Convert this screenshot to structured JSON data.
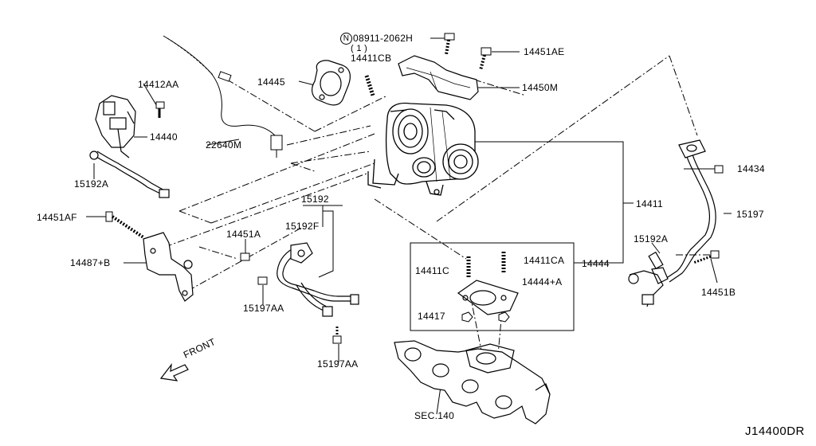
{
  "diagram": {
    "code": "J14400DR",
    "front_label": "FRONT",
    "callouts": {
      "bolt_note": "08911-2062H",
      "bolt_note_prefix": "N",
      "bolt_note_qty": "( 1 )",
      "p14411CB": "14411CB",
      "p14451AE": "14451AE",
      "p14445": "14445",
      "p14450M": "14450M",
      "p14412AA": "14412AA",
      "p14440": "14440",
      "p22640M": "22640M",
      "p15192A_left": "15192A",
      "p14451AF": "14451AF",
      "p14487B": "14487+B",
      "p14451A": "14451A",
      "p15192": "15192",
      "p15192F": "15192F",
      "p15197AA_1": "15197AA",
      "p15197AA_2": "15197AA",
      "p14411": "14411",
      "p14434": "14434",
      "p15197": "15197",
      "p15192A_right": "15192A",
      "p14451B": "14451B",
      "p14411C": "14411C",
      "p14411CA": "14411CA",
      "p14444": "14444",
      "p14444A": "14444+A",
      "p14417": "14417",
      "sec140": "SEC.140"
    }
  }
}
